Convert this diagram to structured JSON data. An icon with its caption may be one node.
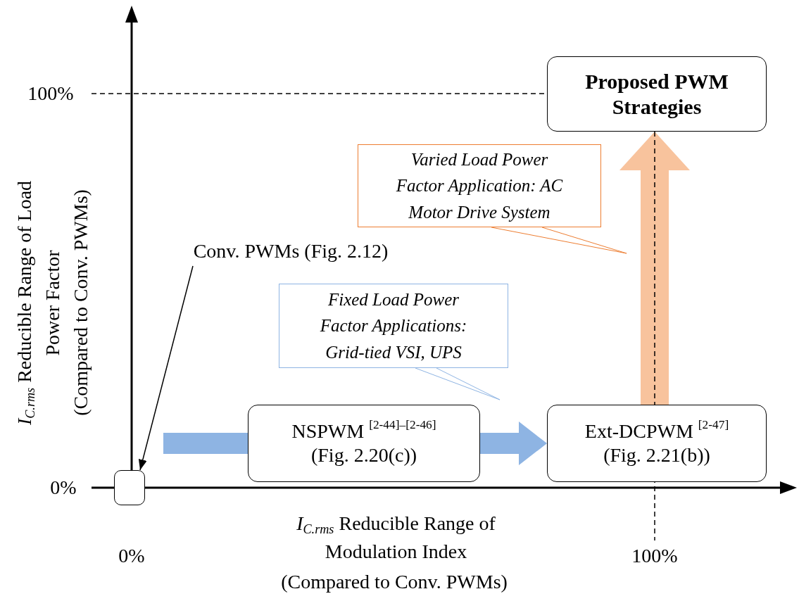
{
  "diagram": {
    "nodes": [
      {
        "text": [],
        "shape": "box"
      },
      {
        "text": [
          "Conv. PWMs (Fig. 2.12)"
        ]
      },
      {
        "text": [
          "NSPWM $^{[2-44]–[2-46]}$",
          "(Fig. 2.20(c))"
        ]
      },
      {
        "text": [
          "Ext-DCPWM $^{[2-47]}$",
          "(Fig. 2.21(b))"
        ]
      },
      {
        "text": [
          "Proposed PWM Strategies"
        ]
      },
      {
        "text": [
          "Fixed Load Power Factor Applications: Grid-tied VSI, UPS"
        ]
      },
      {
        "text": [
          "Varied Load Power Factor Application: AC Motor Drive System"
        ]
      }
    ],
    "edges": [
      {
        "from": 1,
        "to": 0,
        "arrow": "to",
        "color": "#000000"
      },
      {
        "from": null,
        "to": 2,
        "arrow": "none",
        "style": "thick",
        "color": "#8eb4e3"
      },
      {
        "from": 2,
        "to": 3,
        "arrow": "to",
        "style": "thick",
        "color": "#8eb4e3"
      },
      {
        "from": 3,
        "to": 4,
        "arrow": "to",
        "style": "thick",
        "color": "#f8c39d"
      },
      {
        "from": 5,
        "to": null,
        "arrow": "none",
        "color": "#8eb4e3"
      },
      {
        "from": 6,
        "to": null,
        "arrow": "none",
        "color": "#ed7d31"
      }
    ],
    "labels": [
      "100%",
      "*I*$_{C.rms}$ Reducible Range of Load Power Factor",
      "(Compared to Conv. PWMs)",
      "0%",
      "*I*$_{C.rms}$ Reducible Range of Modulation Index",
      "0%",
      "100%",
      "(Compared to Conv. PWMs)"
    ]
  }
}
